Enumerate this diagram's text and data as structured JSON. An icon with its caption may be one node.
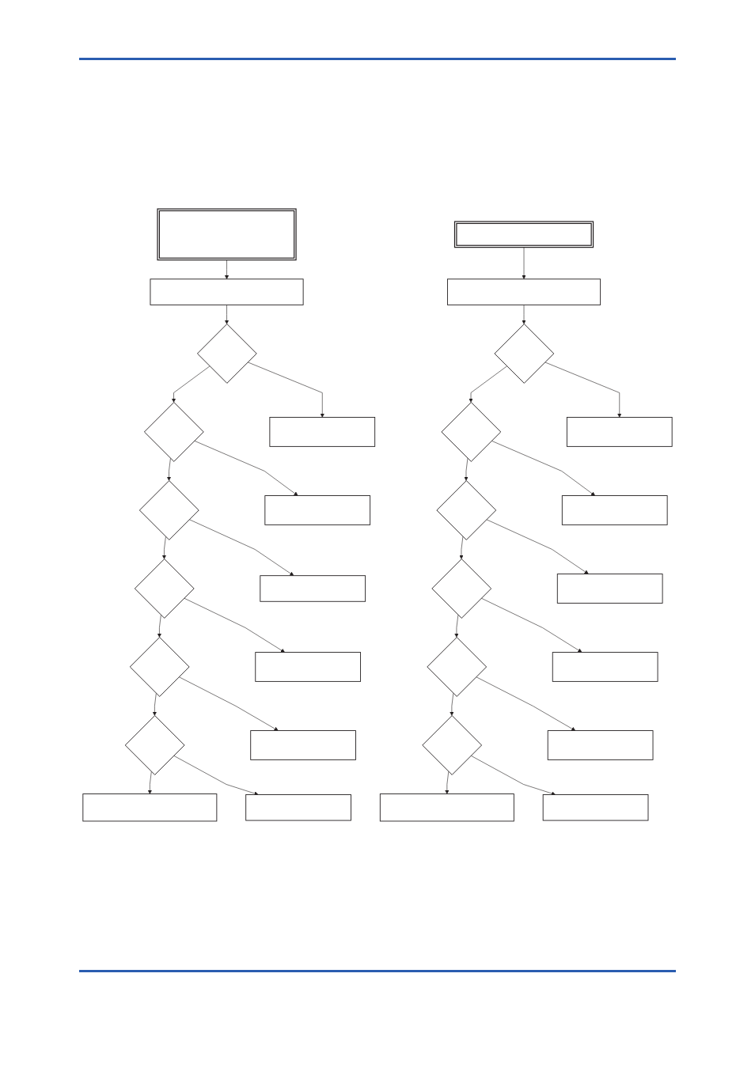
{
  "diagram": {
    "nodes": [
      {
        "text": [],
        "shape": "box"
      },
      {
        "text": [],
        "shape": "box"
      },
      {
        "text": [],
        "shape": "diamond"
      },
      {
        "text": [],
        "shape": "box"
      },
      {
        "text": [],
        "shape": "diamond"
      },
      {
        "text": [],
        "shape": "box"
      },
      {
        "text": [],
        "shape": "diamond"
      },
      {
        "text": [],
        "shape": "box"
      },
      {
        "text": [],
        "shape": "diamond"
      },
      {
        "text": [],
        "shape": "box"
      },
      {
        "text": [],
        "shape": "diamond"
      },
      {
        "text": [],
        "shape": "box"
      },
      {
        "text": [],
        "shape": "diamond"
      },
      {
        "text": [],
        "shape": "box"
      },
      {
        "text": [],
        "shape": "box"
      },
      {
        "text": [],
        "shape": "box"
      },
      {
        "text": [],
        "shape": "box"
      },
      {
        "text": [],
        "shape": "diamond"
      },
      {
        "text": [],
        "shape": "box"
      },
      {
        "text": [],
        "shape": "diamond"
      },
      {
        "text": [],
        "shape": "box"
      },
      {
        "text": [],
        "shape": "diamond"
      },
      {
        "text": [],
        "shape": "box"
      },
      {
        "text": [],
        "shape": "diamond"
      },
      {
        "text": [],
        "shape": "box"
      },
      {
        "text": [],
        "shape": "diamond"
      },
      {
        "text": [],
        "shape": "box"
      },
      {
        "text": [],
        "shape": "diamond"
      },
      {
        "text": [],
        "shape": "box"
      },
      {
        "text": [],
        "shape": "box"
      }
    ],
    "edges": [
      {
        "from": 0,
        "to": 1,
        "arrow": "to"
      },
      {
        "from": 1,
        "to": 2,
        "arrow": "to"
      },
      {
        "from": 2,
        "to": 4,
        "arrow": "to"
      },
      {
        "from": 2,
        "to": 3,
        "arrow": "to"
      },
      {
        "from": 4,
        "to": 6,
        "arrow": "to"
      },
      {
        "from": 4,
        "to": 5,
        "arrow": "to"
      },
      {
        "from": 6,
        "to": 8,
        "arrow": "to"
      },
      {
        "from": 6,
        "to": 7,
        "arrow": "to"
      },
      {
        "from": 8,
        "to": 10,
        "arrow": "to"
      },
      {
        "from": 8,
        "to": 9,
        "arrow": "to"
      },
      {
        "from": 10,
        "to": 12,
        "arrow": "to"
      },
      {
        "from": 10,
        "to": 11,
        "arrow": "to"
      },
      {
        "from": 12,
        "to": 14,
        "arrow": "to"
      },
      {
        "from": 12,
        "to": 13,
        "arrow": "to"
      },
      {
        "from": 15,
        "to": 16,
        "arrow": "to"
      },
      {
        "from": 16,
        "to": 17,
        "arrow": "to"
      },
      {
        "from": 17,
        "to": 19,
        "arrow": "to"
      },
      {
        "from": 17,
        "to": 18,
        "arrow": "to"
      },
      {
        "from": 19,
        "to": 21,
        "arrow": "to"
      },
      {
        "from": 19,
        "to": 20,
        "arrow": "to"
      },
      {
        "from": 21,
        "to": 23,
        "arrow": "to"
      },
      {
        "from": 21,
        "to": 22,
        "arrow": "to"
      },
      {
        "from": 23,
        "to": 25,
        "arrow": "to"
      },
      {
        "from": 23,
        "to": 24,
        "arrow": "to"
      },
      {
        "from": 25,
        "to": 27,
        "arrow": "to"
      },
      {
        "from": 25,
        "to": 26,
        "arrow": "to"
      },
      {
        "from": 27,
        "to": 29,
        "arrow": "to"
      },
      {
        "from": 27,
        "to": 28,
        "arrow": "to"
      }
    ]
  }
}
